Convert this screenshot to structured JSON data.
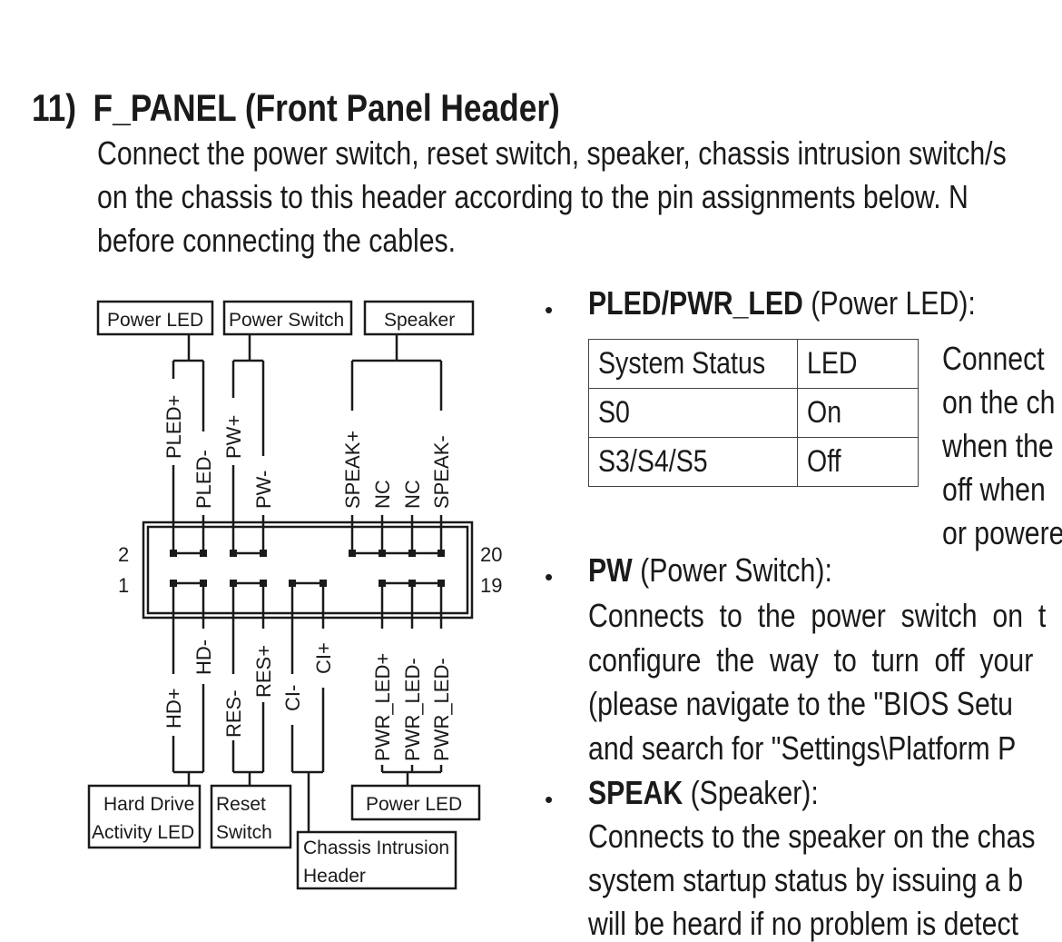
{
  "heading": {
    "number": "11)",
    "title": "F_PANEL (Front Panel Header)"
  },
  "intro": [
    "Connect the power switch, reset switch, speaker, chassis intrusion switch/s",
    "on the chassis to this header according to the pin assignments below. N",
    "before connecting the cables."
  ],
  "diagram": {
    "top_groups": [
      "Power LED",
      "Power Switch",
      "Speaker"
    ],
    "top_pins": [
      "PLED+",
      "PLED-",
      "PW+",
      "PW-",
      "SPEAK+",
      "NC",
      "NC",
      "SPEAK-"
    ],
    "bottom_pins": [
      "HD+",
      "HD-",
      "RES-",
      "RES+",
      "CI-",
      "CI+",
      "PWR_LED+",
      "PWR_LED-",
      "PWR_LED-"
    ],
    "bottom_groups": {
      "hdd": [
        "Hard Drive",
        "Activity LED"
      ],
      "reset": [
        "Reset",
        "Switch"
      ],
      "chassis": [
        "Chassis Intrusion",
        "Header"
      ],
      "power_led": "Power LED"
    },
    "pin_numbers": {
      "top_left": "2",
      "bottom_left": "1",
      "top_right": "20",
      "bottom_right": "19"
    }
  },
  "pled": {
    "bold": "PLED/PWR_LED",
    "rest": " (Power LED):",
    "table": {
      "headers": [
        "System Status",
        "LED"
      ],
      "rows": [
        [
          "S0",
          "On"
        ],
        [
          "S3/S4/S5",
          "Off"
        ]
      ]
    },
    "side_text": [
      "Connect",
      "on the ch",
      "when the",
      "off when",
      "or powere"
    ]
  },
  "pw": {
    "bold": "PW",
    "rest": " (Power Switch):",
    "lines": [
      "Connects  to  the  power  switch  on  t",
      "configure  the  way  to  turn  off  your",
      "(please navigate to the \"BIOS Setu",
      "and search for \"Settings\\Platform P"
    ]
  },
  "speak": {
    "bold": "SPEAK",
    "rest": " (Speaker):",
    "lines": [
      "Connects to the speaker on the chas",
      "system startup status by issuing a b",
      "will be heard if no problem is detect"
    ]
  },
  "bullet_char": "•"
}
